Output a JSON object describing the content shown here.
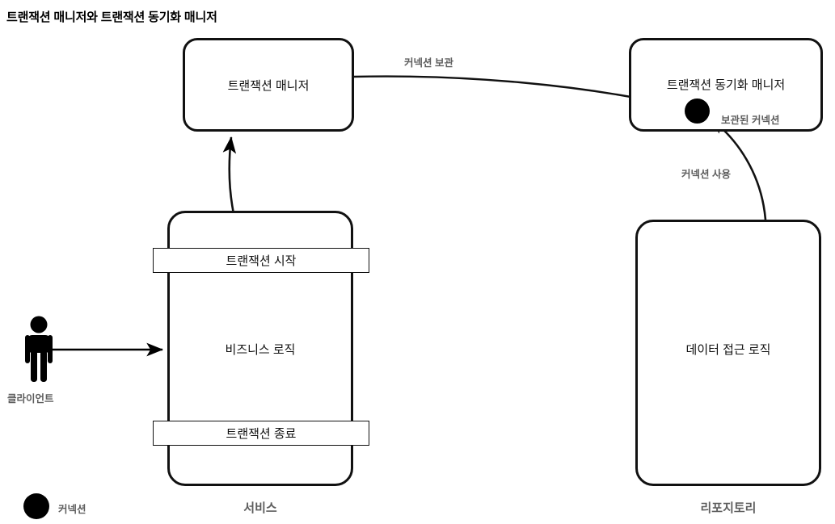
{
  "title": "트랜잭션 매니저와 트랜잭션 동기화 매니저",
  "nodes": {
    "transaction_manager": {
      "label": "트랜잭션 매니저"
    },
    "transaction_sync_manager": {
      "label": "트랜잭션 동기화 매니저"
    },
    "service": {
      "caption": "서비스",
      "tx_begin": "트랜잭션 시작",
      "business_logic": "비즈니스 로직",
      "tx_end": "트랜잭션 종료"
    },
    "repository": {
      "caption": "리포지토리",
      "data_access_logic": "데이터 접근 로직"
    }
  },
  "edges": {
    "store_connection": "커넥션 보관",
    "stored_connection": "보관된 커넥션",
    "use_connection": "커넥션 사용"
  },
  "actor": {
    "caption": "클라이언트"
  },
  "legend": {
    "connection": "커넥션"
  },
  "colors": {
    "stroke": "#111111",
    "text": "#111111",
    "muted_text": "#5e5e5e",
    "background": "#ffffff",
    "dot": "#000000"
  }
}
